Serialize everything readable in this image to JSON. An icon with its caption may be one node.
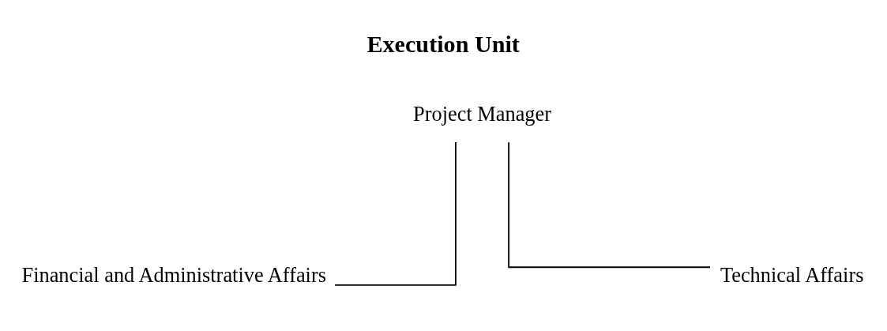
{
  "diagram": {
    "title": "Execution Unit",
    "nodes": [
      {
        "text": [
          "Project Manager"
        ]
      },
      {
        "text": [
          "Financial and Administrative Affairs"
        ]
      },
      {
        "text": [
          "Technical Affairs"
        ]
      }
    ],
    "edges": [
      {
        "from": 0,
        "to": 1,
        "arrow": "none"
      },
      {
        "from": 0,
        "to": 2,
        "arrow": "none"
      }
    ]
  }
}
